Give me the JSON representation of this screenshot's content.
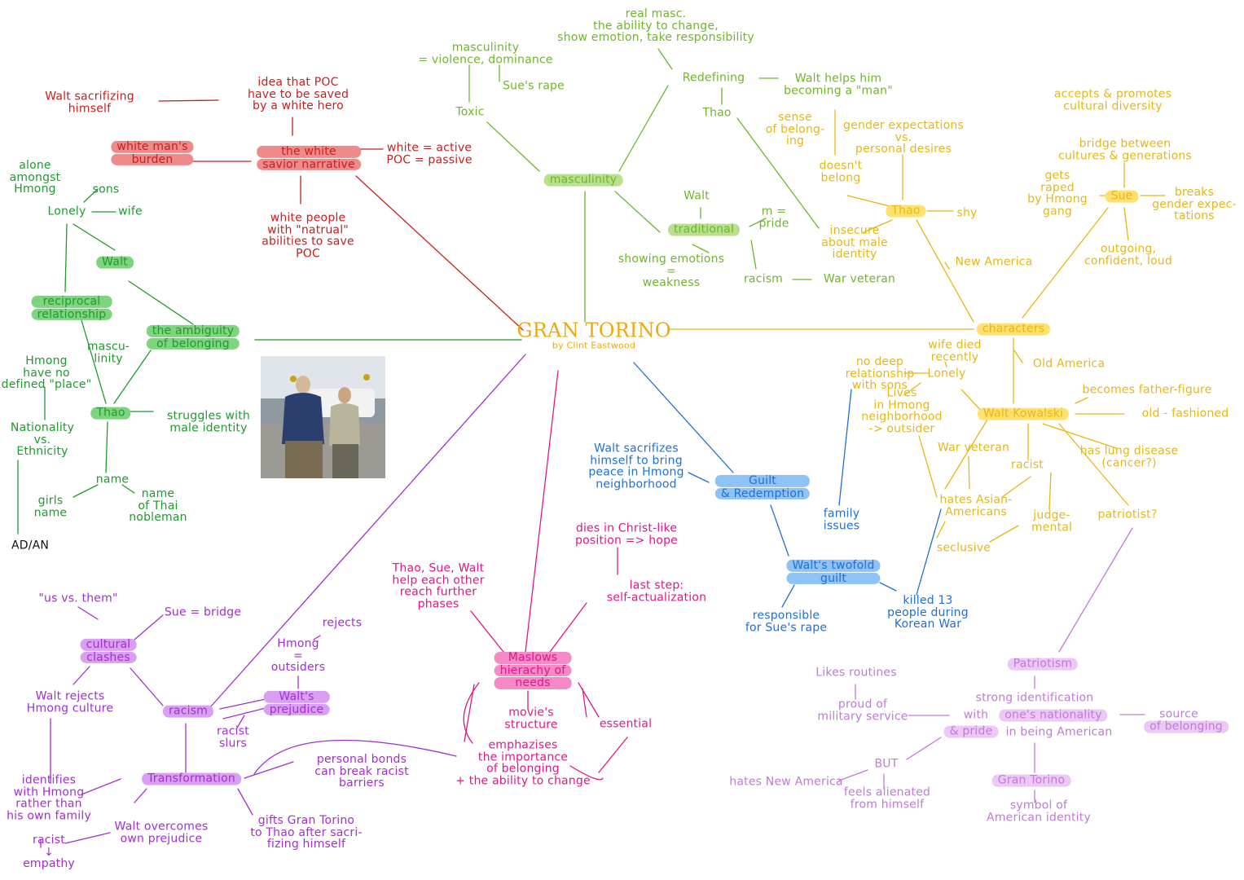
{
  "center": {
    "title": "GRAN TORINO",
    "subtitle": "by Clint Eastwood"
  },
  "colors": {
    "red": "#c81e1e",
    "green": "#1f9a2c",
    "lime": "#6fb52c",
    "yellow": "#e8b615",
    "blue": "#1f6fd6",
    "pink": "#e0178a",
    "purple": "#a22fcf",
    "lavender": "#c07ad8",
    "hl_red": "#ef8a8a",
    "hl_green": "#7fd47f",
    "hl_lime": "#b8e08f",
    "hl_yellow": "#ffe170",
    "hl_blue": "#8fc2f5",
    "hl_pink": "#f58ac6",
    "hl_purple": "#d9a0f2",
    "hl_lav": "#ecc8f5"
  },
  "nodes": {
    "white_savior_narrative": [
      "the white",
      "savior narrative"
    ],
    "white_mans_burden": [
      "white man's",
      "burden"
    ],
    "idea_poc_saved": [
      "idea that POC",
      "have to be saved",
      "by a white hero"
    ],
    "walt_sacrificing": [
      "Walt sacrifizing",
      "himself"
    ],
    "white_active": [
      "white = active",
      "POC = passive"
    ],
    "white_people_natural": [
      "white people",
      "with \"natrual\"",
      "abilities to save",
      "POC"
    ],
    "ambiguity_belonging": [
      "the ambiguity",
      "of belonging"
    ],
    "alone_amongst": [
      "alone",
      "amongst",
      "Hmong"
    ],
    "sons": [
      "sons"
    ],
    "lonely_g": [
      "Lonely"
    ],
    "wife": [
      "wife"
    ],
    "walt_g": [
      "Walt"
    ],
    "reciprocal": [
      "reciprocal",
      "relationship"
    ],
    "masculinity_g": [
      "mascu-",
      "linity"
    ],
    "hmong_no_place": [
      "Hmong",
      "have no",
      "defined \"place\""
    ],
    "thao_g": [
      "Thao"
    ],
    "struggles_male": [
      "struggles with",
      "male identity"
    ],
    "nationality_ethnicity": [
      "Nationality",
      "vs.",
      "Ethnicity"
    ],
    "name": [
      "name"
    ],
    "girls_name": [
      "girls",
      "name"
    ],
    "name_thai": [
      "name",
      "of Thai",
      "nobleman"
    ],
    "ad_an": [
      "AD/AN"
    ],
    "masculinity_main": [
      "masculinity"
    ],
    "masculinity_violence": [
      "masculinity",
      "= violence, dominance"
    ],
    "sues_rape_lime": [
      "Sue's rape"
    ],
    "toxic": [
      "Toxic"
    ],
    "real_masc": [
      "real masc.",
      "the ability to change,",
      "show emotion, take responsibility"
    ],
    "redefining": [
      "Redefining"
    ],
    "walt_helps": [
      "Walt helps him",
      "becoming a \"man\""
    ],
    "thao_lime": [
      "Thao"
    ],
    "walt_lime": [
      "Walt"
    ],
    "traditional": [
      "traditional"
    ],
    "m_pride": [
      "m =",
      "pride"
    ],
    "showing_emotions": [
      "showing emotions",
      "=",
      "weakness"
    ],
    "racism_lime": [
      "racism"
    ],
    "war_veteran_lime": [
      "War veteran"
    ],
    "characters": [
      "characters"
    ],
    "thao_y": [
      "Thao"
    ],
    "sense_belonging": [
      "sense",
      "of belong-",
      "ing"
    ],
    "doesnt_belong": [
      "doesn't",
      "belong"
    ],
    "gender_expectations": [
      "gender expectations",
      "vs.",
      "personal desires"
    ],
    "shy": [
      "shy"
    ],
    "insecure": [
      "insecure",
      "about male",
      "identity"
    ],
    "new_america": [
      "New America"
    ],
    "accepts_diversity": [
      "accepts & promotes",
      "cultural diversity"
    ],
    "bridge_between": [
      "bridge between",
      "cultures & generations"
    ],
    "sue": [
      "Sue"
    ],
    "gets_raped": [
      "gets",
      "raped",
      "by Hmong",
      "gang"
    ],
    "breaks_gender": [
      "breaks",
      "gender expec-",
      "tations"
    ],
    "outgoing": [
      "outgoing,",
      "confident, loud"
    ],
    "old_america": [
      "Old America"
    ],
    "becomes_father": [
      "becomes father-figure"
    ],
    "walt_kowalski": [
      "Walt Kowalski"
    ],
    "old_fashioned": [
      "old - fashioned"
    ],
    "wife_died": [
      "wife died",
      "recently"
    ],
    "lonely_y": [
      "Lonely"
    ],
    "no_deep": [
      "no deep",
      "relationship",
      "with sons"
    ],
    "lives_hmong": [
      "Lives",
      "in Hmong",
      "neighborhood",
      "-> outsider"
    ],
    "war_veteran_y": [
      "War veteran"
    ],
    "racist_y": [
      "racist"
    ],
    "lung_disease": [
      "has lung disease",
      "(cancer?)"
    ],
    "hates_asian": [
      "hates Asian-",
      "Americans"
    ],
    "judgemental": [
      "judge-",
      "mental"
    ],
    "patriotist": [
      "patriotist?"
    ],
    "seclusive": [
      "seclusive"
    ],
    "guilt_redemption": [
      "Guilt",
      "& Redemption"
    ],
    "walt_sacrifices": [
      "Walt sacrifizes",
      "himself to bring",
      "peace in Hmong",
      "neighborhood"
    ],
    "family_issues": [
      "family",
      "issues"
    ],
    "walts_twofold": [
      "Walt's twofold",
      "guilt"
    ],
    "responsible_rape": [
      "responsible",
      "for Sue's rape"
    ],
    "killed_13": [
      "killed 13",
      "people during",
      "Korean War"
    ],
    "maslow": [
      "Maslows",
      "hierachy of",
      "needs"
    ],
    "dies_christ": [
      "dies in Christ-like",
      "position => hope"
    ],
    "last_step": [
      "last step:",
      "self-actualization"
    ],
    "thao_sue_walt": [
      "Thao, Sue, Walt",
      "help each other",
      "reach further",
      "phases"
    ],
    "movies_structure": [
      "movie's",
      "structure"
    ],
    "essential": [
      "essential"
    ],
    "emphasizes": [
      "emphazises",
      "the importance",
      "of belonging",
      "+ the ability to change"
    ],
    "cultural_clashes": [
      "cultural",
      "clashes"
    ],
    "us_vs_them": [
      "\"us vs. them\""
    ],
    "sue_bridge": [
      "Sue = bridge"
    ],
    "walt_rejects": [
      "Walt rejects",
      "Hmong culture"
    ],
    "racism_p": [
      "racism"
    ],
    "rejects": [
      "rejects"
    ],
    "hmong_outsiders": [
      "Hmong",
      "=",
      "outsiders"
    ],
    "walts_prejudice": [
      "Walt's",
      "prejudice"
    ],
    "racist_slurs": [
      "racist",
      "slurs"
    ],
    "transformation": [
      "Transformation"
    ],
    "personal_bonds": [
      "personal bonds",
      "can break racist",
      "barriers"
    ],
    "identifies_hmong": [
      "identifies",
      "with Hmong",
      "rather than",
      "his own family"
    ],
    "walt_overcomes": [
      "Walt overcomes",
      "own prejudice"
    ],
    "gifts_gran_torino": [
      "gifts Gran Torino",
      "to Thao after sacri-",
      "fizing himself"
    ],
    "racist_empathy": [
      "racist",
      "↓",
      "empathy"
    ],
    "patriotism": [
      "Patriotism"
    ],
    "likes_routines": [
      "Likes routines"
    ],
    "proud_military": [
      "proud of",
      "military service"
    ],
    "strong_identification": [
      "strong identification"
    ],
    "with_nationality_w": [
      "with"
    ],
    "ones_nationality": [
      "one's nationality"
    ],
    "pride_hl": [
      "& pride"
    ],
    "in_being_american": [
      "in being American"
    ],
    "source_belonging_w": [
      "source"
    ],
    "of_belonging_hl": [
      "of belonging"
    ],
    "but": [
      "BUT"
    ],
    "hates_new_america": [
      "hates New America"
    ],
    "feels_alienated": [
      "feels alienated",
      "from himself"
    ],
    "gran_torino_node": [
      "Gran Torino"
    ],
    "symbol_american": [
      "symbol of",
      "American identity"
    ]
  }
}
